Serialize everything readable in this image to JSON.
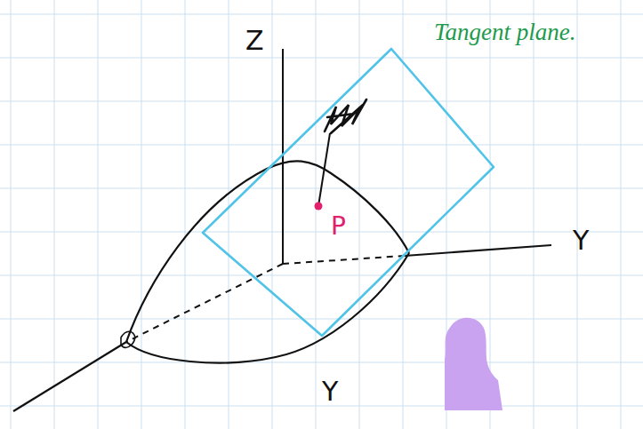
{
  "diagram": {
    "labels": [
      "Tangent plane.",
      "Z",
      "P",
      "Y",
      "Y"
    ]
  }
}
